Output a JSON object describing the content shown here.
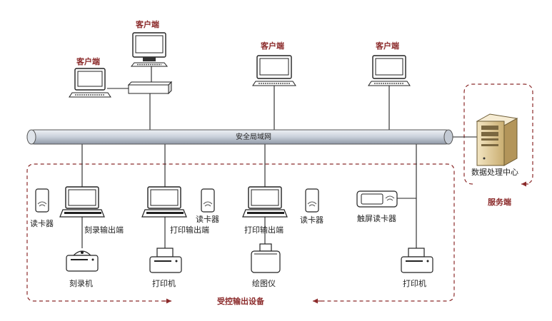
{
  "network": {
    "backbone_label": "安全局域网"
  },
  "clients": {
    "c1_label": "客户端",
    "c2_label": "客户端",
    "c3_label": "客户端",
    "c4_label": "客户端"
  },
  "server": {
    "group_label": "服务端",
    "node_label": "数据处理中心"
  },
  "controlled": {
    "group_label": "受控输出设备",
    "card_reader_1": "读卡器",
    "card_reader_2": "读卡器",
    "card_reader_3": "读卡器",
    "touch_reader": "触屏读卡器",
    "burn_terminal": "刻录输出端",
    "print_terminal_1": "打印输出端",
    "print_terminal_2": "打印输出端",
    "burner": "刻录机",
    "printer_1": "打印机",
    "plotter": "绘图仪",
    "printer_2": "打印机"
  },
  "colors": {
    "group_border": "#8b2a2a",
    "group_label": "#8b2a2a",
    "line": "#222222",
    "backbone_fill": "#d8dde6"
  },
  "icons": [
    "laptop-icon",
    "monitor-icon",
    "card-reader-icon",
    "printer-icon",
    "disc-burner-icon",
    "plotter-icon",
    "server-tower-icon",
    "touch-card-reader-icon",
    "desktop-box-icon"
  ]
}
